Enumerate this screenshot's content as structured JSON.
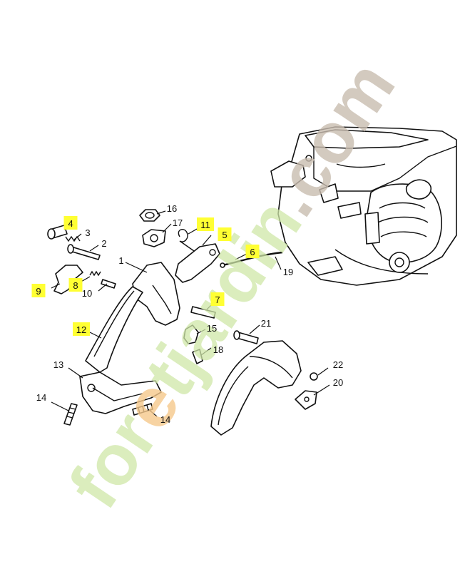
{
  "colors": {
    "highlight": "#ffff33",
    "ink": "#111111",
    "watermark_green": "#cfe7a8",
    "watermark_orange": "#f6c98c",
    "watermark_gray": "#c9bdb0"
  },
  "watermark": {
    "text_green_1": "for",
    "text_orange": "e",
    "text_green_2": "tjardin",
    "text_gray": ".com"
  },
  "callouts": [
    {
      "id": "c4",
      "number": "4",
      "highlighted": true
    },
    {
      "id": "c3",
      "number": "3",
      "highlighted": false
    },
    {
      "id": "c2",
      "number": "2",
      "highlighted": false
    },
    {
      "id": "c1",
      "number": "1",
      "highlighted": false
    },
    {
      "id": "c9",
      "number": "9",
      "highlighted": true
    },
    {
      "id": "c8",
      "number": "8",
      "highlighted": true
    },
    {
      "id": "c10",
      "number": "10",
      "highlighted": false
    },
    {
      "id": "c16",
      "number": "16",
      "highlighted": false
    },
    {
      "id": "c17",
      "number": "17",
      "highlighted": false
    },
    {
      "id": "c11",
      "number": "11",
      "highlighted": true
    },
    {
      "id": "c5",
      "number": "5",
      "highlighted": true
    },
    {
      "id": "c6",
      "number": "6",
      "highlighted": true
    },
    {
      "id": "c19",
      "number": "19",
      "highlighted": false
    },
    {
      "id": "c7",
      "number": "7",
      "highlighted": true
    },
    {
      "id": "c12",
      "number": "12",
      "highlighted": true
    },
    {
      "id": "c15",
      "number": "15",
      "highlighted": false
    },
    {
      "id": "c21",
      "number": "21",
      "highlighted": false
    },
    {
      "id": "c18",
      "number": "18",
      "highlighted": false
    },
    {
      "id": "c13",
      "number": "13",
      "highlighted": false
    },
    {
      "id": "c14a",
      "number": "14",
      "highlighted": false
    },
    {
      "id": "c14b",
      "number": "14",
      "highlighted": false
    },
    {
      "id": "c22",
      "number": "22",
      "highlighted": false
    },
    {
      "id": "c20",
      "number": "20",
      "highlighted": false
    }
  ]
}
